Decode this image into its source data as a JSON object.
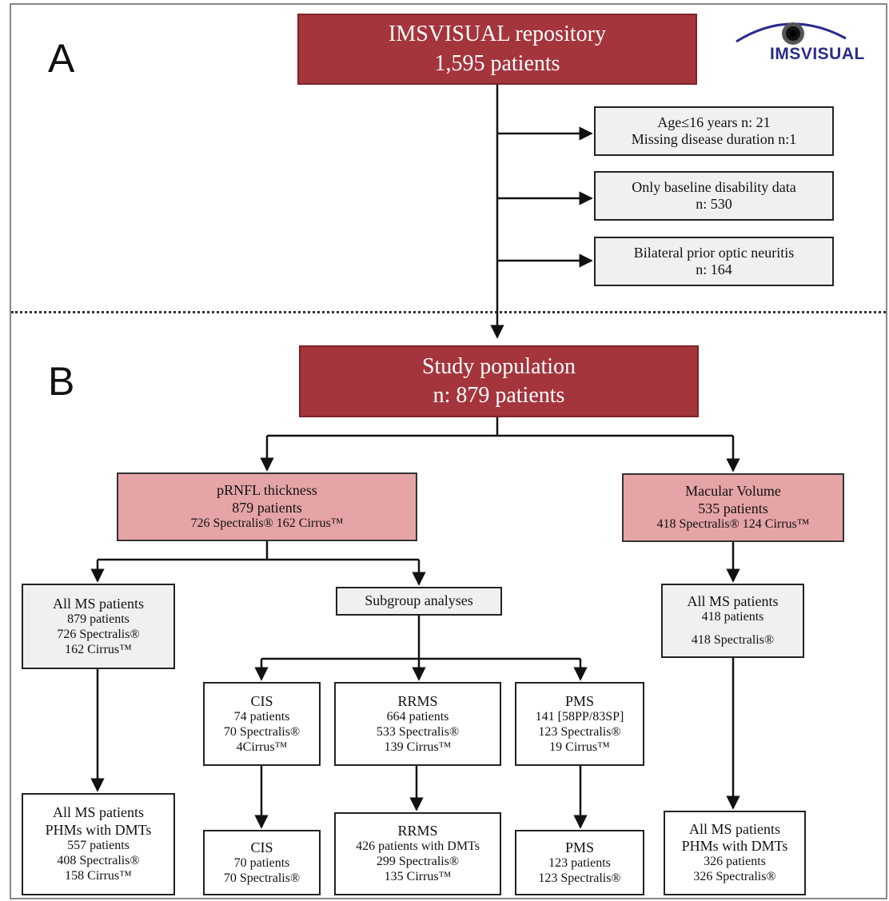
{
  "section_labels": {
    "a": "A",
    "b": "B"
  },
  "logo": {
    "text": "IMSVISUAL",
    "icon": "eye-icon",
    "color": "#2b2b8c"
  },
  "colors": {
    "dark_box": "#a4353c",
    "pink_box": "#e5a4a6",
    "grey_box": "#f0f0f0"
  },
  "repository": {
    "line1": "IMSVISUAL repository",
    "line2": "1,595 patients"
  },
  "exclusions": [
    {
      "line1": "Age≤16 years n: 21",
      "line2": "Missing disease duration n:1"
    },
    {
      "line1": "Only baseline disability data",
      "line2": "n: 530"
    },
    {
      "line1": "Bilateral prior optic neuritis",
      "line2": "n: 164"
    }
  ],
  "study": {
    "line1": "Study population",
    "line2": "n: 879 patients"
  },
  "prnfl": {
    "line1": "pRNFL thickness",
    "line2": "879 patients",
    "line3": "726 Spectralis® 162 Cirrus™"
  },
  "macular": {
    "line1": "Macular Volume",
    "line2": "535 patients",
    "line3": "418 Spectralis® 124 Cirrus™"
  },
  "all_ms_prnfl": {
    "line1": "All MS patients",
    "line2": "879 patients",
    "line3": "726 Spectralis®",
    "line4": "162 Cirrus™"
  },
  "subgroup": {
    "label": "Subgroup analyses"
  },
  "all_ms_macular": {
    "line1": "All MS patients",
    "line2": "418 patients",
    "line3": "418 Spectralis®"
  },
  "cis": {
    "line1": "CIS",
    "line2": "74 patients",
    "line3": "70 Spectralis®",
    "line4": "4Cirrus™"
  },
  "rrms": {
    "line1": "RRMS",
    "line2": "664 patients",
    "line3": "533 Spectralis®",
    "line4": "139 Cirrus™"
  },
  "pms": {
    "line1": "PMS",
    "line2": "141 [58PP/83SP]",
    "line3": "123 Spectralis®",
    "line4": "19 Cirrus™"
  },
  "dmt_prnfl": {
    "line1": "All MS patients",
    "line2": "PHMs with DMTs",
    "line3": "557 patients",
    "line4": "408 Spectralis®",
    "line5": "158 Cirrus™"
  },
  "cis_dmt": {
    "line1": "CIS",
    "line2": "70 patients",
    "line3": "70 Spectralis®"
  },
  "rrms_dmt": {
    "line1": "RRMS",
    "line2": "426 patients with DMTs",
    "line3": "299 Spectralis®",
    "line4": "135 Cirrus™"
  },
  "pms_dmt": {
    "line1": "PMS",
    "line2": "123 patients",
    "line3": "123 Spectralis®"
  },
  "dmt_macular": {
    "line1": "All MS patients",
    "line2": "PHMs with DMTs",
    "line3": "326 patients",
    "line4": "326 Spectralis®"
  }
}
